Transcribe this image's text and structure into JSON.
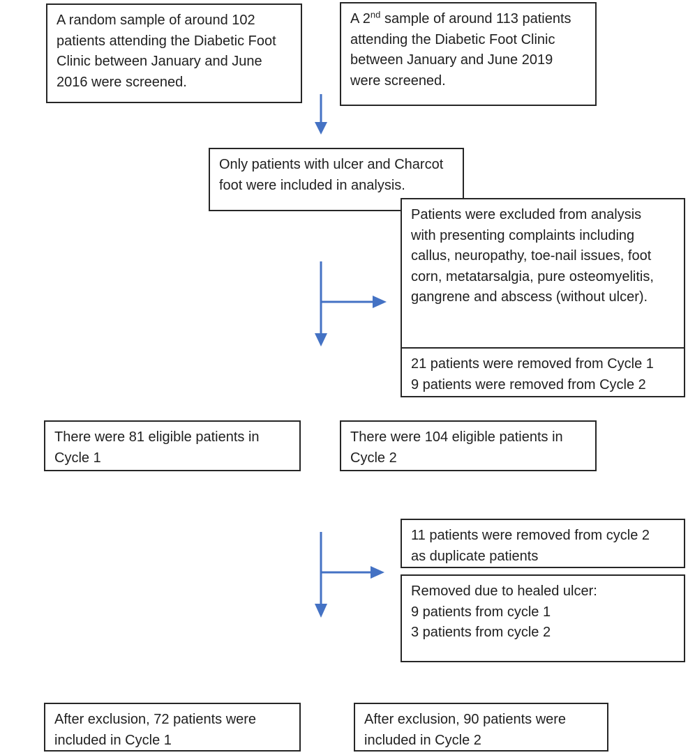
{
  "colors": {
    "arrow_blue": "#4472C4",
    "box_border": "#262626",
    "text": "#1f1f1f",
    "background": "#ffffff"
  },
  "flowchart": {
    "box_sample_cycle1": {
      "lines": [
        "A random sample of around 102",
        "patients attending the Diabetic Foot",
        "Clinic between January and June",
        "2016 were screened."
      ]
    },
    "box_sample_cycle2": {
      "line1_prefix": "A 2",
      "line1_sup": "nd",
      "line1_rest": " sample of around 113 patients",
      "lines": [
        "attending the Diabetic Foot Clinic",
        "between January and June 2019",
        "were screened."
      ]
    },
    "box_inclusion": {
      "lines": [
        "Only patients with ulcer and Charcot",
        "foot were included in analysis."
      ]
    },
    "box_exclusion_criteria": {
      "lines": [
        "Patients were excluded from analysis",
        "with presenting complaints including",
        "callus, neuropathy, toe-nail issues, foot",
        "corn, metatarsalgia, pure osteomyelitis,",
        "gangrene and abscess (without ulcer)."
      ]
    },
    "box_removed_counts": {
      "lines": [
        "21 patients were removed from Cycle 1",
        "9 patients were removed from Cycle 2"
      ]
    },
    "box_eligible_cycle1": {
      "lines": [
        "There were 81 eligible patients in",
        "Cycle 1"
      ]
    },
    "box_eligible_cycle2": {
      "lines": [
        "There were 104 eligible patients in",
        "Cycle 2"
      ]
    },
    "box_duplicates": {
      "lines": [
        "11 patients were removed from cycle 2",
        "as duplicate patients"
      ]
    },
    "box_healed_ulcer": {
      "lines": [
        "Removed due to healed ulcer:",
        "9 patients from cycle 1",
        "3 patients from cycle 2"
      ]
    },
    "box_included_cycle1": {
      "lines": [
        "After exclusion, 72 patients were",
        "included in Cycle 1"
      ]
    },
    "box_included_cycle2": {
      "lines": [
        "After exclusion, 90 patients were",
        "included in Cycle 2"
      ]
    }
  }
}
